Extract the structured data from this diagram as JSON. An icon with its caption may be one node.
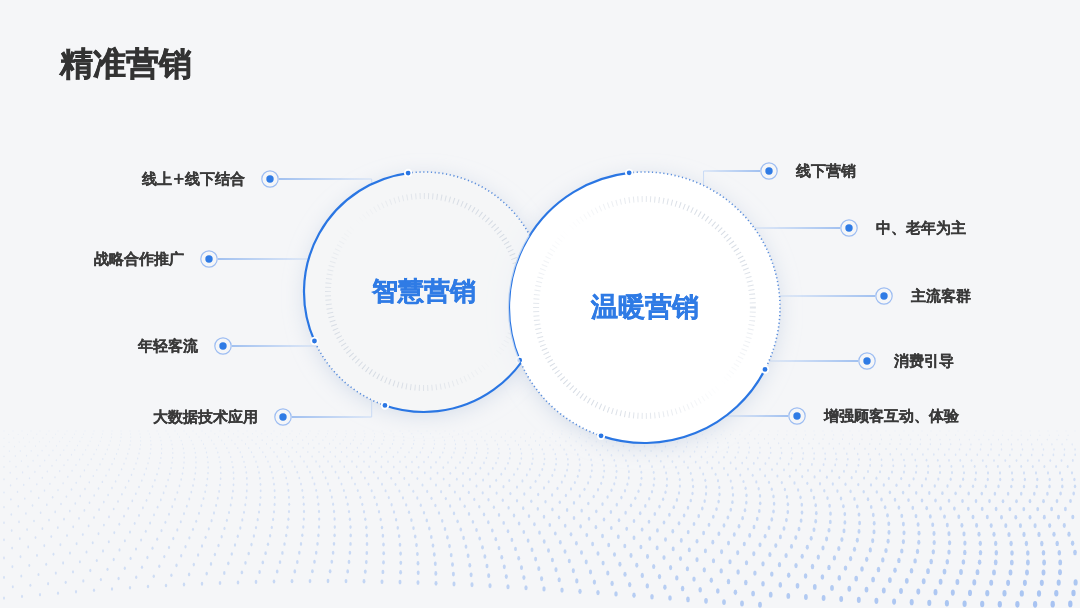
{
  "diagram": {
    "title": "精准营销",
    "nodes": [
      {
        "text": [
          "智慧营销"
        ]
      },
      {
        "text": [
          "温暖营销"
        ]
      },
      {
        "text": [
          "线上+线下结合"
        ]
      },
      {
        "text": [
          "战略合作推广"
        ]
      },
      {
        "text": [
          "年轻客流"
        ]
      },
      {
        "text": [
          "大数据技术应用"
        ]
      },
      {
        "text": [
          "线下营销"
        ]
      },
      {
        "text": [
          "中、老年为主"
        ]
      },
      {
        "text": [
          "主流客群"
        ]
      },
      {
        "text": [
          "消费引导"
        ]
      },
      {
        "text": [
          "增强顾客互动、体验"
        ]
      }
    ],
    "edges": [
      {
        "from": 2,
        "to": 0,
        "arrow": "none"
      },
      {
        "from": 3,
        "to": 0,
        "arrow": "none"
      },
      {
        "from": 4,
        "to": 0,
        "arrow": "none"
      },
      {
        "from": 5,
        "to": 0,
        "arrow": "none"
      },
      {
        "from": 6,
        "to": 1,
        "arrow": "none"
      },
      {
        "from": 7,
        "to": 1,
        "arrow": "none"
      },
      {
        "from": 8,
        "to": 1,
        "arrow": "none"
      },
      {
        "from": 9,
        "to": 1,
        "arrow": "none"
      },
      {
        "from": 10,
        "to": 1,
        "arrow": "none"
      }
    ]
  }
}
